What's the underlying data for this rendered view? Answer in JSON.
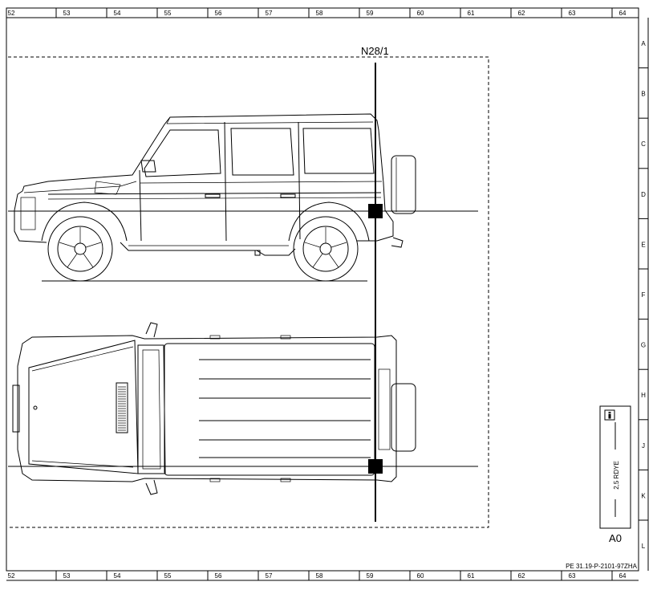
{
  "frame": {
    "columns": [
      "52",
      "53",
      "54",
      "55",
      "56",
      "57",
      "58",
      "59",
      "60",
      "61",
      "62",
      "63",
      "64"
    ],
    "rows": [
      "A",
      "B",
      "C",
      "D",
      "E",
      "F",
      "G",
      "H",
      "J",
      "K",
      "L"
    ]
  },
  "component": {
    "label": "N28/1"
  },
  "wire": {
    "spec": "2,5 RDYE",
    "info_icon": "info-icon",
    "terminal": "A0"
  },
  "reference": "PE 31.19-P-2101-97ZHA"
}
